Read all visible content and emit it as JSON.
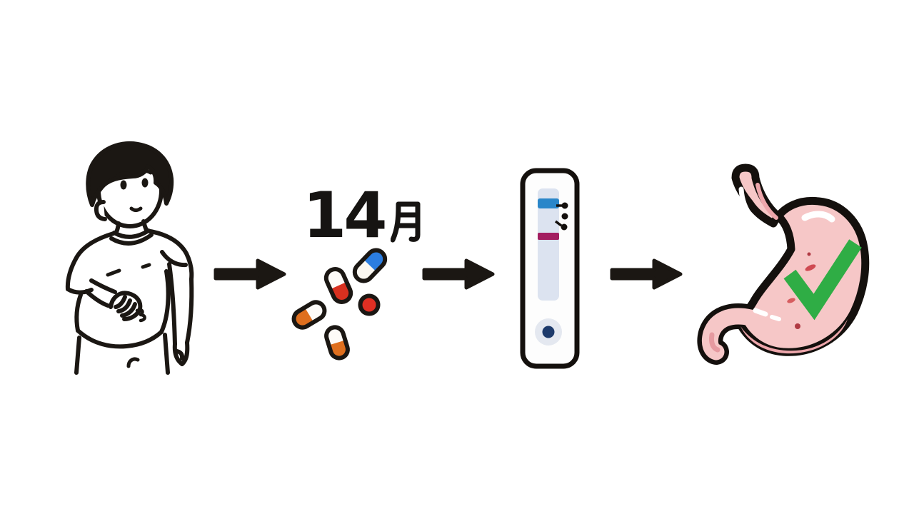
{
  "flow": {
    "patient": {
      "name": "person holding upset stomach",
      "icon": "person-holding-belly-icon"
    },
    "medication": {
      "duration_number": "14",
      "duration_unit": "月",
      "duration_label": "14月",
      "pills": [
        {
          "icon": "capsule-blue-white",
          "color": "#2b7de0"
        },
        {
          "icon": "capsule-red-white",
          "color": "#d8301f"
        },
        {
          "icon": "capsule-orange-white",
          "color": "#df6f1e"
        },
        {
          "icon": "capsule-orange-white",
          "color": "#df6f1e"
        },
        {
          "icon": "round-pill-red",
          "color": "#df2f23"
        }
      ]
    },
    "test": {
      "name": "lateral flow test cassette",
      "icon": "test-cassette-icon",
      "band_colors": {
        "control": "#2a86c9",
        "test": "#a31d60"
      },
      "well_color": "#1d3a6b"
    },
    "result": {
      "name": "healthy stomach with green checkmark",
      "icon": "stomach-checkmark-icon",
      "check_color": "#2fad45",
      "stomach_color": "#f6c7c7"
    },
    "arrows": {
      "count": 3,
      "icon": "right-arrow-icon",
      "color": "#1b1713"
    }
  },
  "background": "#ffffff"
}
